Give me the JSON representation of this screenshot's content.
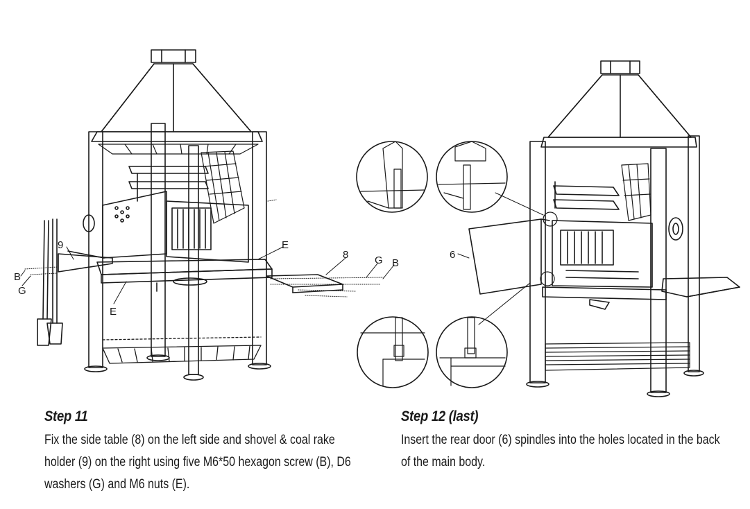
{
  "steps": [
    {
      "title": "Step 11",
      "text": "Fix the side table (8) on the left side and shovel & coal rake holder (9) on the right using five M6*50 hexagon screw (B), D6 washers (G) and M6 nuts (E).",
      "lines": [
        "Fix the side table (8) on the left side and shovel & coal rake",
        "holder (9) on the right using five M6*50 hexagon screw (B), D6",
        "washers (G) and M6 nuts (E)."
      ]
    },
    {
      "title": "Step 12 (last)",
      "text": "Insert the rear door (6) spindles into the holes located in the back of the main body.",
      "lines": [
        "Insert the rear door (6) spindles into the holes located in the back",
        "of the main body."
      ]
    }
  ],
  "callouts": {
    "step11": {
      "shovel_holder": "9",
      "screw_left": "B",
      "washer_left": "G",
      "nut_left": "E",
      "nut_mid": "E",
      "side_table": "8",
      "washer_right": "G",
      "screw_right": "B"
    },
    "step12": {
      "rear_door": "6"
    }
  }
}
